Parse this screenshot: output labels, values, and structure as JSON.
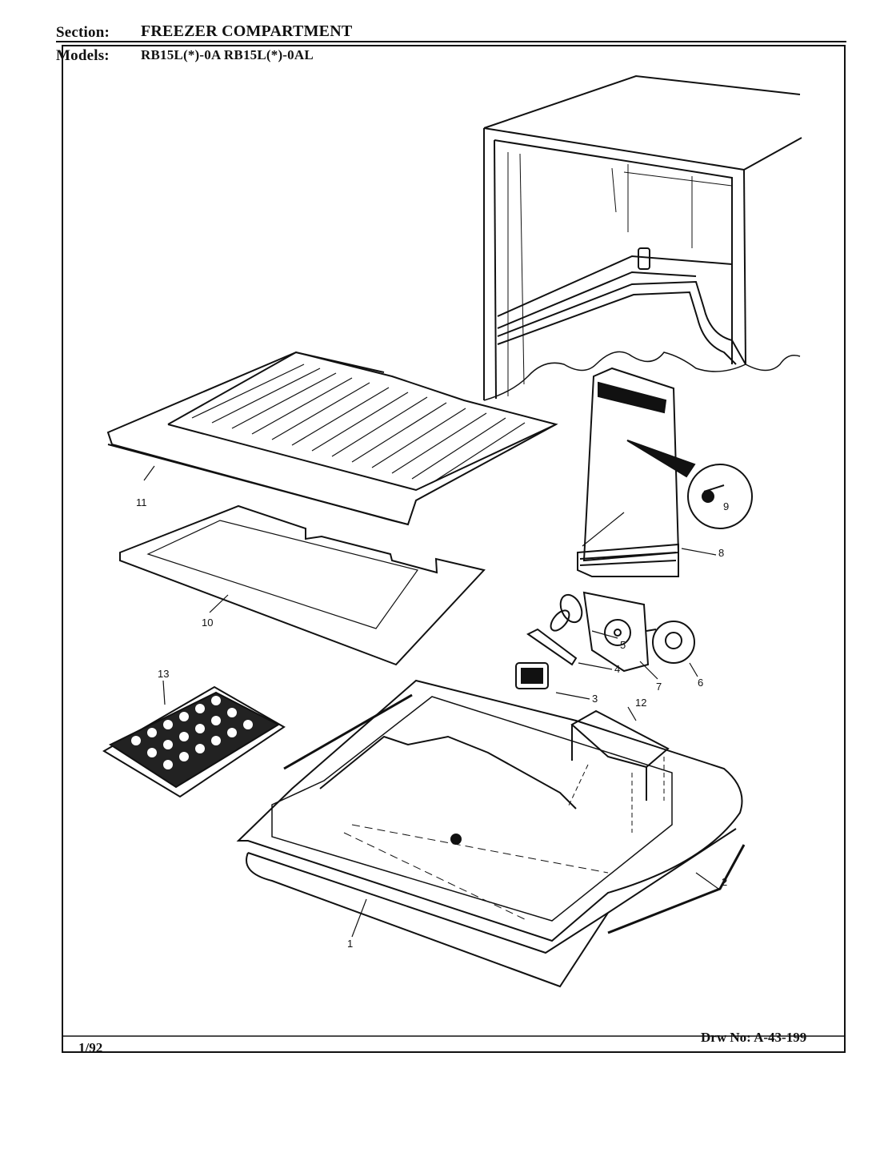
{
  "header": {
    "section_label": "Section:",
    "section_value": "FREEZER COMPARTMENT",
    "models_label": "Models:",
    "models_value": "RB15L(*)-0A  RB15L(*)-0AL"
  },
  "footer": {
    "date": "1/92",
    "drawing_number": "Drw No: A-43-199"
  },
  "callouts": [
    "1",
    "2",
    "3",
    "4",
    "5",
    "6",
    "7",
    "8",
    "9",
    "10",
    "11",
    "12",
    "13"
  ]
}
